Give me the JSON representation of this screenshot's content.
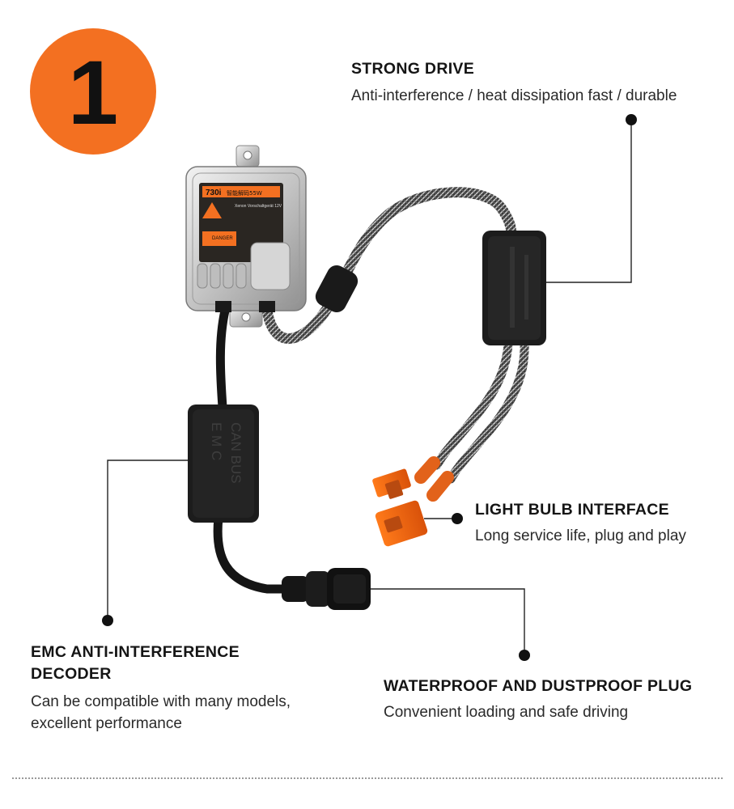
{
  "badge": {
    "number": "1",
    "color": "#f37021"
  },
  "features": {
    "strong_drive": {
      "title": "STRONG DRIVE",
      "desc": "Anti-interference / heat dissipation fast / durable"
    },
    "bulb_interface": {
      "title": "LIGHT BULB INTERFACE",
      "desc": "Long service life, plug and play"
    },
    "emc": {
      "title_line1": "EMC ANTI-INTERFERENCE",
      "title_line2": "DECODER",
      "desc_line1": "Can be compatible with many models,",
      "desc_line2": "excellent performance"
    },
    "waterproof": {
      "title": "WATERPROOF AND DUSTPROOF PLUG",
      "desc": "Convenient loading and safe driving"
    }
  },
  "ballast_label": {
    "model": "730i",
    "brand": "智能解码55W",
    "line": "Xenon Vorschaltgerät 12V",
    "warning": "DANGER"
  },
  "decoder_label": {
    "row1": "CAN BUS",
    "row2": "E M C"
  }
}
